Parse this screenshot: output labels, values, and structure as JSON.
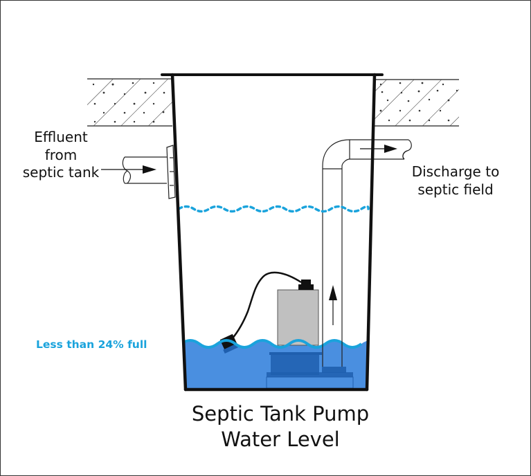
{
  "diagram": {
    "title_line1": "Septic Tank Pump",
    "title_line2": "Water Level",
    "inlet_label_line1": "Effluent",
    "inlet_label_line2": "from",
    "inlet_label_line3": "septic tank",
    "outlet_label_line1": "Discharge to",
    "outlet_label_line2": "septic field",
    "water_level_label": "Less than 24% full",
    "water_level_percent": 24
  },
  "colors": {
    "water": "#4a8fe0",
    "water_surface": "#1aa3dc",
    "level_label": "#1aa3dc",
    "pump_body": "#c0c0c0",
    "pump_base": "#1f5fae"
  }
}
